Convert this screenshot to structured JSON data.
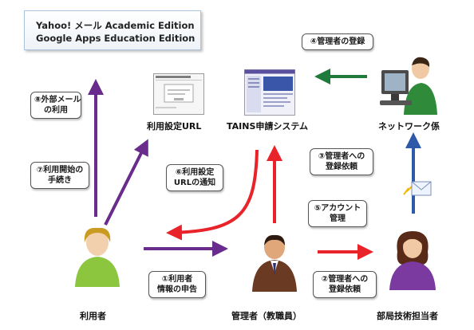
{
  "services": [
    "Yahoo! メール Academic Edition",
    "Google Apps Education Edition"
  ],
  "nodes": {
    "settings_url": "利用設定URL",
    "tains": "TAINS申請システム",
    "network": "ネットワーク係",
    "user": "利用者",
    "admin": "管理者（教職員）",
    "dept": "部局技術担当者"
  },
  "steps": {
    "s1": [
      "①利用者",
      "情報の申告"
    ],
    "s2": [
      "②管理者への",
      "登録依頼"
    ],
    "s3": [
      "③管理者への",
      "登録依頼"
    ],
    "s4": [
      "④管理者の登録"
    ],
    "s5": [
      "⑤アカウント",
      "管理"
    ],
    "s6": [
      "⑥利用設定",
      "URLの通知"
    ],
    "s7": [
      "⑦利用開始の",
      "手続き"
    ],
    "s8": [
      "⑧外部メール",
      "の利用"
    ]
  },
  "colors": {
    "purple": "#6a2c8c",
    "red": "#e8232a",
    "green": "#1f7a3c",
    "blue": "#2c5aa8"
  }
}
